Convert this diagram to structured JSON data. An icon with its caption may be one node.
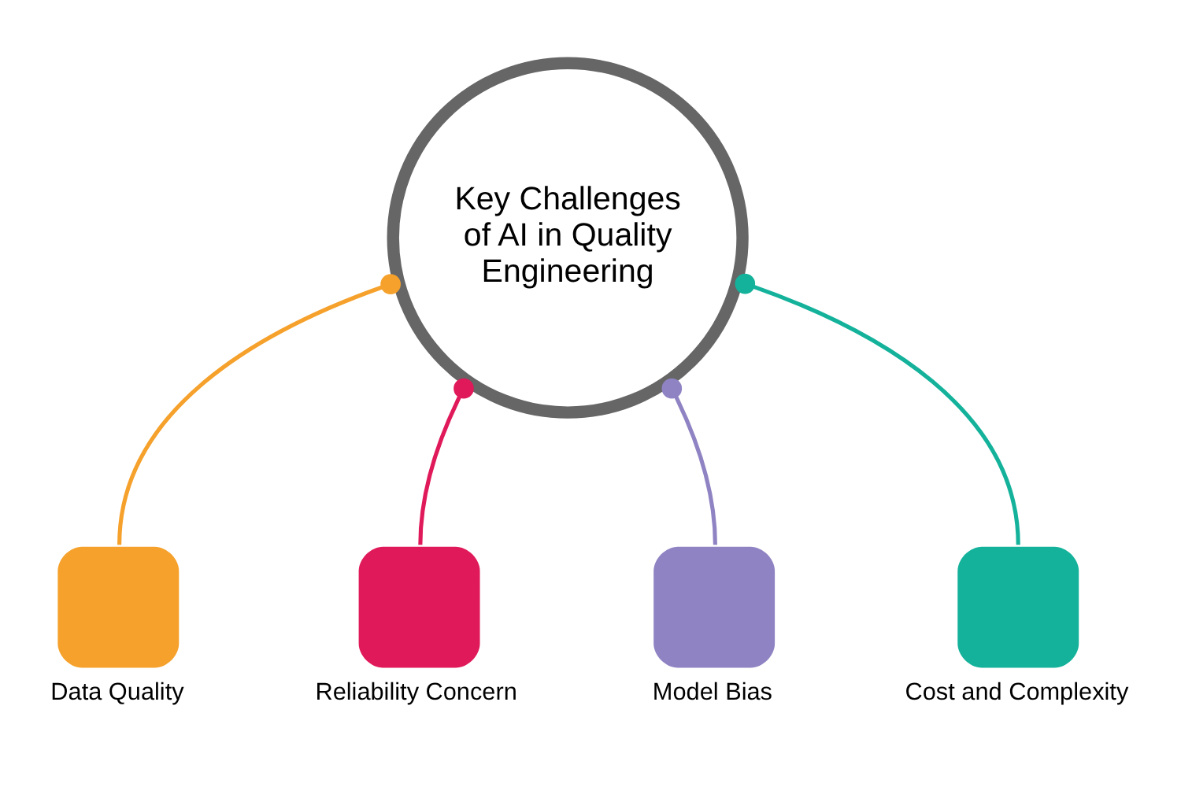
{
  "diagram": {
    "nodes": [
      {
        "text": [
          "Key Challenges of AI in Quality Engineering"
        ]
      },
      {
        "text": [
          "Data Quality"
        ]
      },
      {
        "text": [
          "Reliability Concern"
        ]
      },
      {
        "text": [
          "Model Bias"
        ]
      },
      {
        "text": [
          "Cost and Complexity"
        ]
      }
    ],
    "edges": [
      {
        "from": 0,
        "to": 1,
        "arrow": "other",
        "color": "#f5a12c"
      },
      {
        "from": 0,
        "to": 2,
        "arrow": "other",
        "color": "#e0195a"
      },
      {
        "from": 0,
        "to": 3,
        "arrow": "other",
        "color": "#8f83c3"
      },
      {
        "from": 0,
        "to": 4,
        "arrow": "other",
        "color": "#14b29b"
      }
    ]
  }
}
